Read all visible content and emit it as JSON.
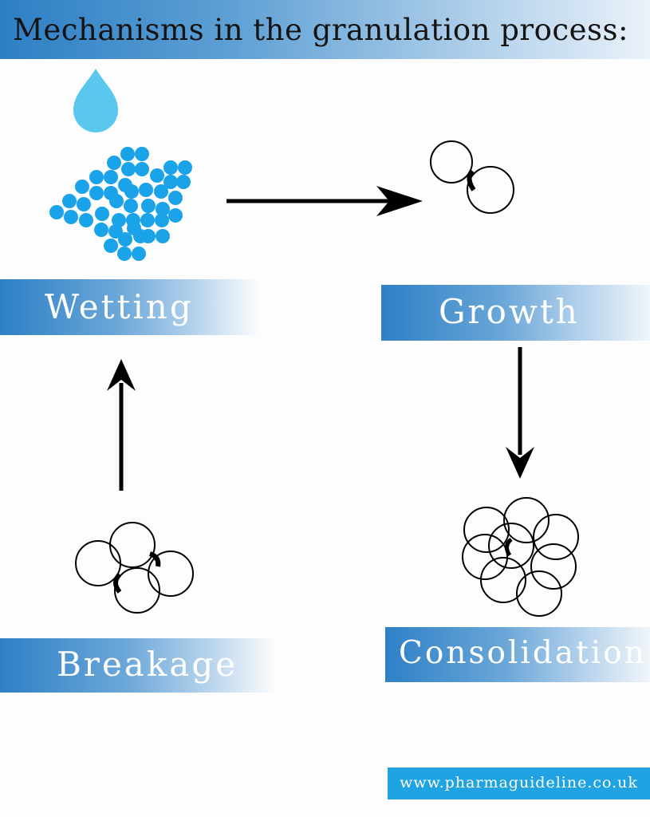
{
  "title": "Mechanisms in the granulation process:",
  "stages": {
    "wetting": "Wetting",
    "growth": "Growth",
    "consolidation": "Consolidation",
    "breakage": "Breakage"
  },
  "footer": "www.pharmaguideline.co.uk",
  "colors": {
    "accent_blue": "#2e80c6",
    "droplet": "#5ac8ee",
    "particles": "#1aa3e8",
    "footer": "#1fa3e2"
  },
  "icons": [
    "water-drop-icon",
    "wetted-particle-cluster",
    "right-arrow-icon",
    "down-arrow-icon",
    "up-arrow-icon"
  ]
}
